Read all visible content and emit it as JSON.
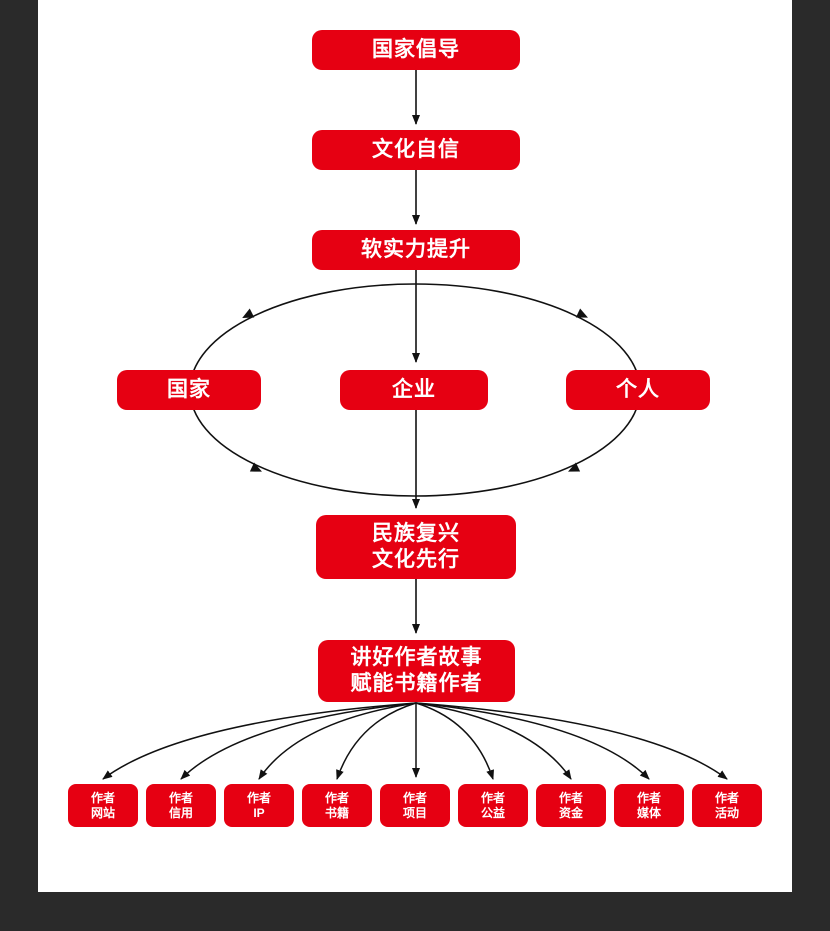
{
  "diagram": {
    "top_chain": [
      {
        "label": "国家倡导"
      },
      {
        "label": "文化自信"
      },
      {
        "label": "软实力提升"
      }
    ],
    "cycle": {
      "left": "国家",
      "center": "企业",
      "right": "个人"
    },
    "mission": {
      "line1": "民族复兴",
      "line2": "文化先行"
    },
    "story": {
      "line1": "讲好作者故事",
      "line2": "赋能书籍作者"
    },
    "leaves": [
      {
        "line1": "作者",
        "line2": "网站"
      },
      {
        "line1": "作者",
        "line2": "信用"
      },
      {
        "line1": "作者",
        "line2": "IP"
      },
      {
        "line1": "作者",
        "line2": "书籍"
      },
      {
        "line1": "作者",
        "line2": "项目"
      },
      {
        "line1": "作者",
        "line2": "公益"
      },
      {
        "line1": "作者",
        "line2": "资金"
      },
      {
        "line1": "作者",
        "line2": "媒体"
      },
      {
        "line1": "作者",
        "line2": "活动"
      }
    ],
    "colors": {
      "node_red": "#e60012",
      "node_text": "#ffffff",
      "line": "#111111",
      "frame": "#2a2a2a",
      "page": "#ffffff"
    }
  }
}
